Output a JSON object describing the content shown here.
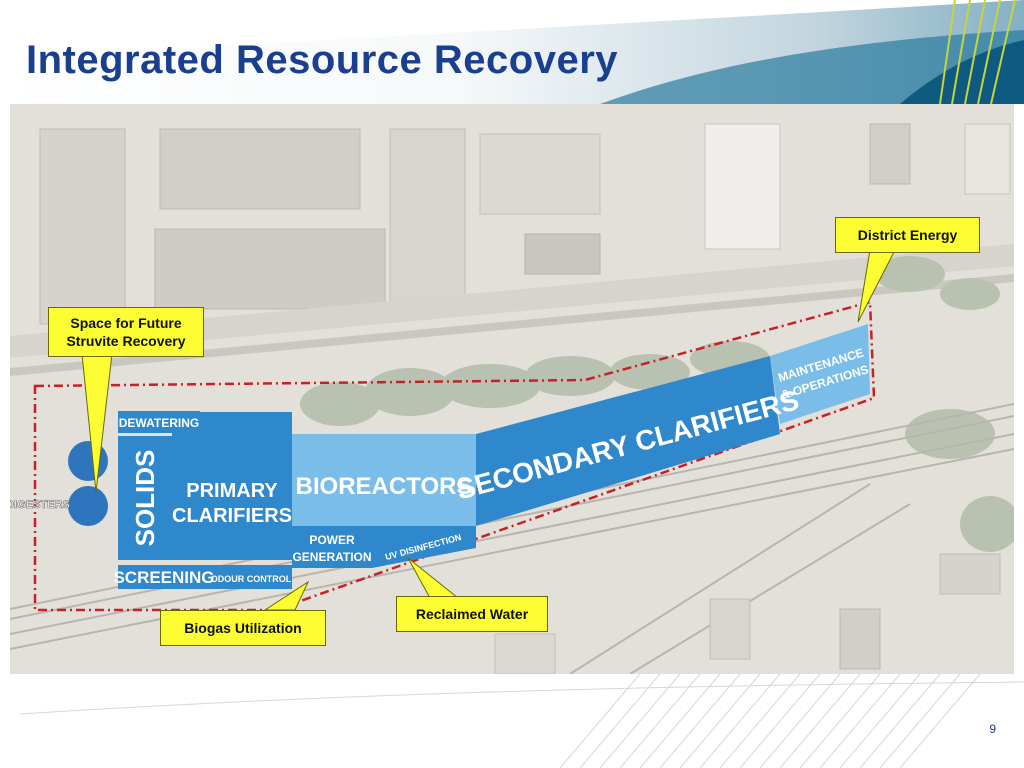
{
  "slide": {
    "title": "Integrated Resource Recovery",
    "page_number": "9"
  },
  "colors": {
    "title_blue": "#1a3f8f",
    "dark_block": "#2f87cc",
    "light_block": "#79bde8",
    "callout_yellow": "#fdfd33",
    "boundary_red": "#c8202a"
  },
  "site_labels": {
    "dewatering": "DEWATERING",
    "solids": "SOLIDS",
    "screening": "SCREENING",
    "digesters": "DIGESTERS",
    "primary_line1": "PRIMARY",
    "primary_line2": "CLARIFIERS",
    "odour_control": "ODOUR CONTROL",
    "bioreactors": "BIOREACTORS",
    "power_line1": "POWER",
    "power_line2": "GENERATION",
    "uv_disinfection": "UV DISINFECTION",
    "secondary_clarifiers": "SECONDARY CLARIFIERS",
    "maintenance_line1": "MAINTENANCE",
    "maintenance_line2": "& OPERATIONS"
  },
  "callouts": {
    "district_energy": "District Energy",
    "struvite": "Space for Future\nStruvite Recovery",
    "biogas": "Biogas Utilization",
    "reclaimed_water": "Reclaimed Water"
  }
}
